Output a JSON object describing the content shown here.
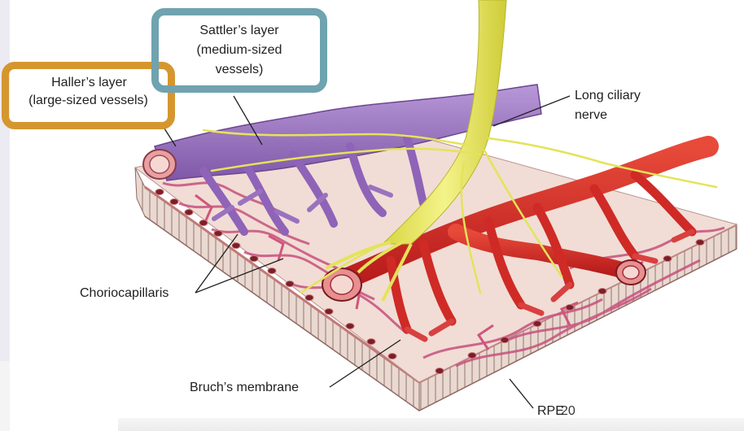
{
  "labels": {
    "haller_title": "Haller’s layer",
    "haller_sub": "(large-sized vessels)",
    "sattler_title": "Sattler’s layer",
    "sattler_sub1": "(medium-sized",
    "sattler_sub2": "vessels)",
    "long_ciliary_1": "Long ciliary",
    "long_ciliary_2": "nerve",
    "choriocapillaris": "Choriocapillaris",
    "bruchs": "Bruch’s membrane",
    "rpe": "RPE",
    "page_number": "20"
  },
  "colors": {
    "haller_callout": "#d6962f",
    "sattler_callout": "#6fa3af",
    "artery_red": "#d42a24",
    "vein_purple": "#9a72bf",
    "nerve_yellow": "#e6e55a",
    "capillary_pink": "#c75a83"
  }
}
